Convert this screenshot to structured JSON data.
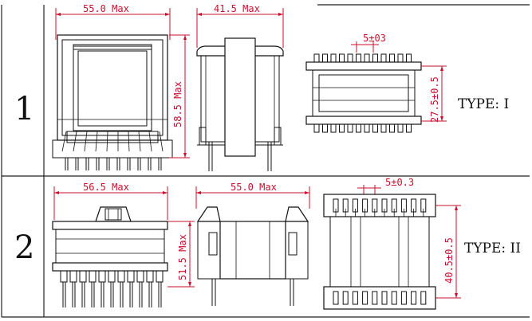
{
  "rows": [
    {
      "number": "1",
      "type_label": "TYPE: I",
      "front_width": "55.0 Max",
      "front_height": "58.5 Max",
      "side_width": "41.5 Max",
      "pin_pitch": "5±03",
      "bottom_height": "27.5±0.5"
    },
    {
      "number": "2",
      "type_label": "TYPE: II",
      "front_width": "56.5 Max",
      "front_height": "51.5 Max",
      "side_width": "55.0 Max",
      "pin_pitch": "5±0.3",
      "bottom_height": "40.5±0.5"
    }
  ],
  "colors": {
    "dimension": "#c8102e",
    "outline": "#111111"
  }
}
